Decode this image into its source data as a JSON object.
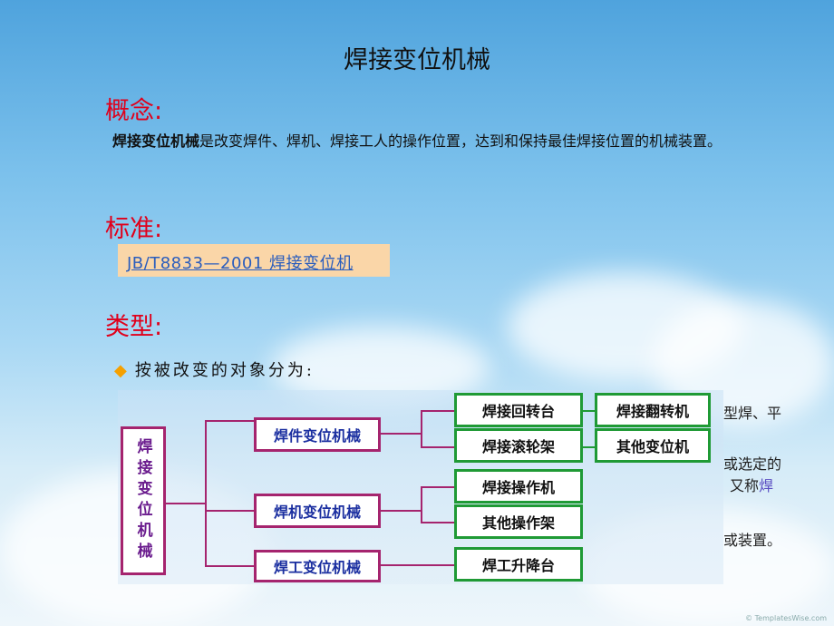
{
  "title": "焊接变位机械",
  "sections": {
    "concept_heading": "概念:",
    "concept_term": "焊接变位机械",
    "concept_text": "是改变焊件、焊机、焊接工人的操作位置，达到和保持最佳焊接位置的机械装置。",
    "standard_heading": "标准:",
    "standard_link": "JB/T8833—2001 焊接变位机",
    "type_heading": "类型:",
    "bullet": "按被改变的对象分为:"
  },
  "partial_text": {
    "t1": "型焊、平",
    "t2": "或选定的",
    "t3": "又称",
    "t3b": "焊",
    "t4": "或装置。"
  },
  "diagram": {
    "root": "焊接变位机械",
    "level1": [
      "焊件变位机械",
      "焊机变位机械",
      "焊工变位机械"
    ],
    "level2": [
      "焊接回转台",
      "焊接滚轮架",
      "焊接操作机",
      "其他操作架",
      "焊工升降台"
    ],
    "level3": [
      "焊接翻转机",
      "其他变位机"
    ]
  },
  "credit": "© TemplatesWise.com",
  "colors": {
    "heading": "#e0001b",
    "link": "#2a5dbd",
    "purple_border": "#a5246e",
    "green_border": "#1f9a35"
  }
}
